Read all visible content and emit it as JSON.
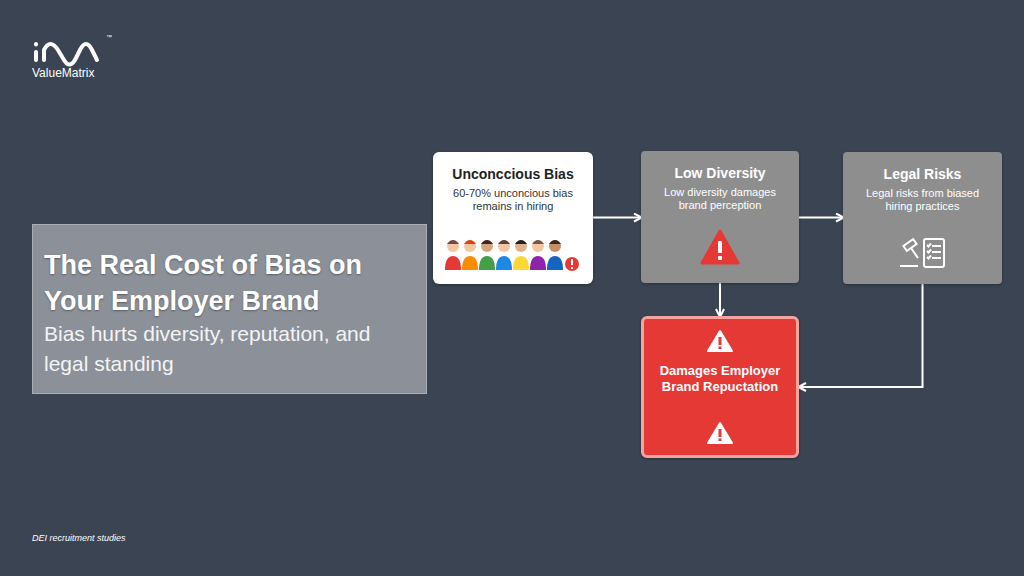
{
  "diagram": {
    "title": "The Real Cost of Bias on Your Employer Brand",
    "nodes": [
      {
        "text": [
          "Unconccious Bias",
          "60-70% unconcious bias remains in hiring"
        ]
      },
      {
        "text": [
          "Low Diversity",
          "Low diversity damages brand perception"
        ]
      },
      {
        "text": [
          "Legal Risks",
          "Legal risks from biased hiring practices"
        ]
      },
      {
        "text": [
          "Damages Employer Brand Repuctation"
        ]
      }
    ],
    "edges": [
      {
        "from": 0,
        "to": 1,
        "arrow": "to"
      },
      {
        "from": 1,
        "to": 2,
        "arrow": "to"
      },
      {
        "from": 1,
        "to": 3,
        "arrow": "to"
      },
      {
        "from": 2,
        "to": 3,
        "arrow": "to"
      }
    ],
    "labels": [
      "ValueMatrix",
      "™",
      "Bias hurts diversity, reputation, and legal standing",
      "DEI recruitment studies"
    ]
  }
}
